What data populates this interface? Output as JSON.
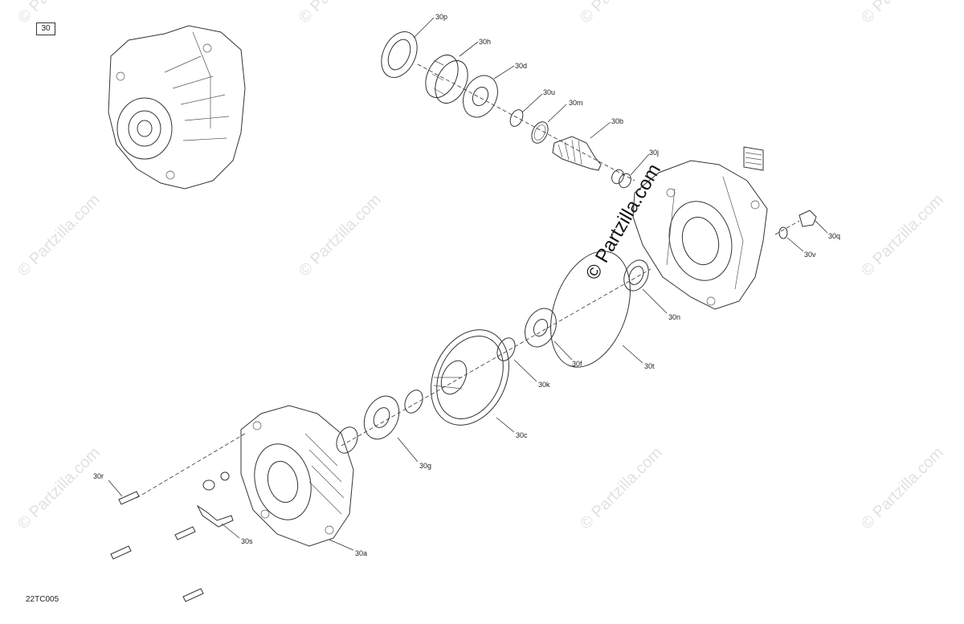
{
  "diagram": {
    "section_box": "30",
    "diagram_id": "22TC005",
    "watermark": "© Partzilla.com",
    "callouts": [
      {
        "id": "c-30p",
        "label": "30p"
      },
      {
        "id": "c-30h",
        "label": "30h"
      },
      {
        "id": "c-30d",
        "label": "30d"
      },
      {
        "id": "c-30u",
        "label": "30u"
      },
      {
        "id": "c-30m",
        "label": "30m"
      },
      {
        "id": "c-30b",
        "label": "30b"
      },
      {
        "id": "c-30j",
        "label": "30j"
      },
      {
        "id": "c-30q",
        "label": "30q"
      },
      {
        "id": "c-30v",
        "label": "30v"
      },
      {
        "id": "c-30n",
        "label": "30n"
      },
      {
        "id": "c-30t",
        "label": "30t"
      },
      {
        "id": "c-30f",
        "label": "30f"
      },
      {
        "id": "c-30k",
        "label": "30k"
      },
      {
        "id": "c-30c",
        "label": "30c"
      },
      {
        "id": "c-30g",
        "label": "30g"
      },
      {
        "id": "c-30r",
        "label": "30r"
      },
      {
        "id": "c-30s",
        "label": "30s"
      },
      {
        "id": "c-30a",
        "label": "30a"
      }
    ]
  }
}
